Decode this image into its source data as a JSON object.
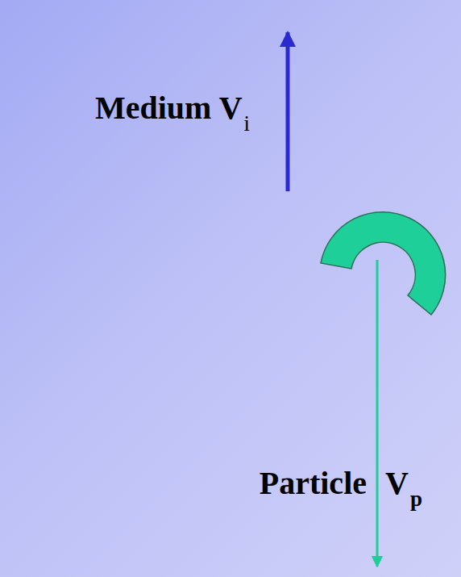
{
  "diagram": {
    "labels": [
      "Medium V",
      "i",
      "Particle",
      "V",
      "p"
    ]
  }
}
